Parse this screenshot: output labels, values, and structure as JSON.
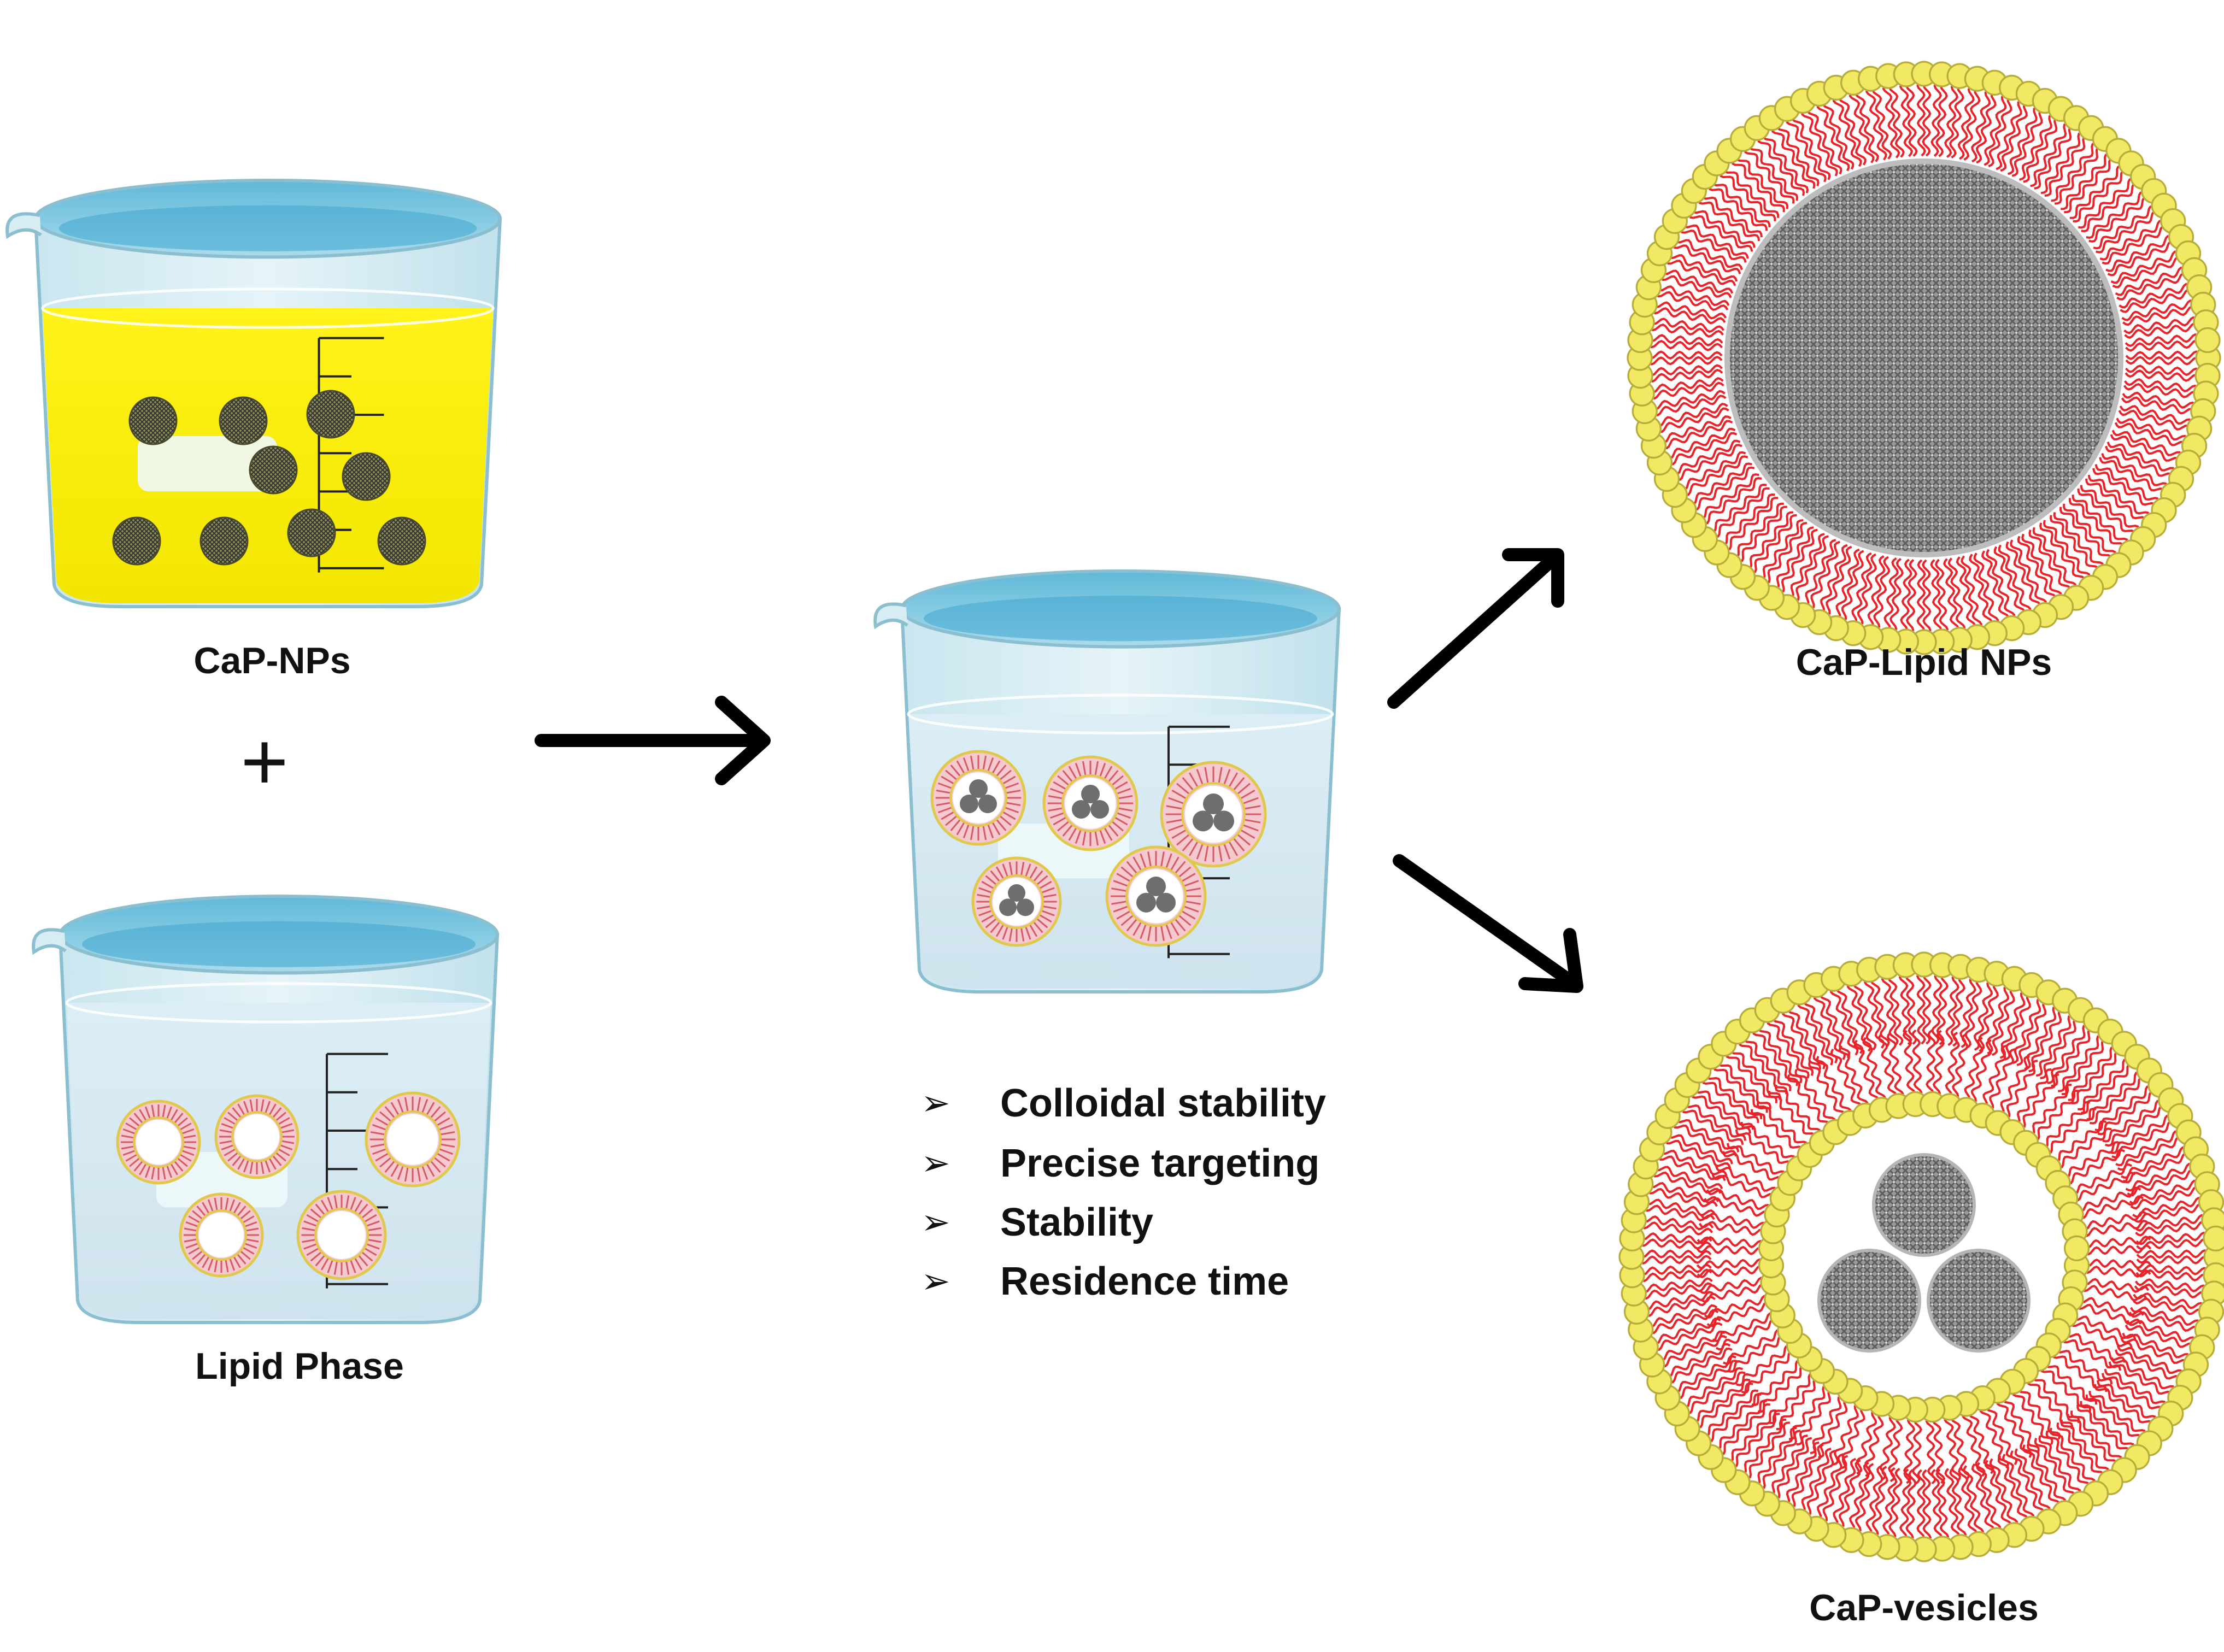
{
  "labels": {
    "cap_nps": "CaP-NPs",
    "plus": "+",
    "lipid_phase": "Lipid Phase",
    "cap_lipid_nps": "CaP-Lipid NPs",
    "cap_vesicles": "CaP-vesicles"
  },
  "benefits": {
    "marker": "➢",
    "items": [
      "Colloidal stability",
      "Precise targeting",
      "Stability",
      "Residence time"
    ]
  },
  "colors": {
    "yellow_liquid": "#ffee22",
    "water": "#a9d4e6",
    "glass": "#c8e7f1",
    "lipid_head": "#f1e864",
    "lipid_tail": "#e8232a",
    "core": "#8a8a8a",
    "arrow": "#000000"
  },
  "icons": [
    "beaker-icon",
    "nanoparticle-icon",
    "liposome-icon",
    "thermometer-icon",
    "arrow-icon",
    "checkmark-arrow-icon"
  ]
}
